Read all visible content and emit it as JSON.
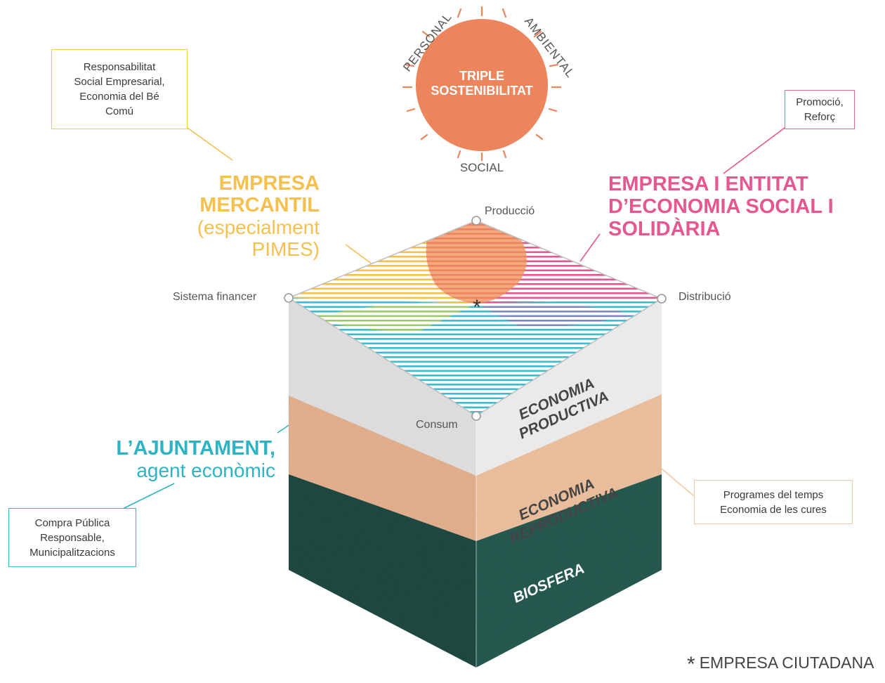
{
  "sun": {
    "title_line1": "TRIPLE",
    "title_line2": "SOSTENIBILITAT",
    "dimension_personal": "PERSONAL",
    "dimension_ambiental": "AMBIENTAL",
    "dimension_social": "SOCIAL"
  },
  "boxes": {
    "rse": "Responsabilitat\nSocial Empresarial,\nEconomia del Bé\nComú",
    "promocio": "Promoció,\nReforç",
    "compra": "Compra Pública\nResponsable,\nMunicipalitzacions",
    "programes": "Programes del temps\nEconomia de les cures"
  },
  "headings": {
    "mercantil_bold": "EMPRESA\nMERCANTIL",
    "mercantil_light": "(especialment\nPIMES)",
    "ess": "EMPRESA I  ENTITAT\nD’ECONOMIA SOCIAL I\nSOLIDÀRIA",
    "ajuntament_bold": "L’AJUNTAMENT,",
    "ajuntament_light": "agent econòmic"
  },
  "corners": {
    "top": "Producció",
    "left": "Sistema financer",
    "right": "Distribució",
    "bottom": "Consum"
  },
  "layers": {
    "productiva_1": "ECONOMIA",
    "productiva_2": "PRODUCTIVA",
    "reproductiva_1": "ECONOMIA",
    "reproductiva_2": "REPRODUCTIVA",
    "biosfera": "BIOSFERA"
  },
  "footnote": {
    "star": "*",
    "text": "EMPRESA CIUTADANA"
  },
  "colors": {
    "sun": "#ec845c",
    "yellow": "#f6c04e",
    "pink": "#e4578f",
    "teal": "#2eb3c4",
    "peach": "#f3c8a3",
    "productive_layer": "#e4e4e4",
    "reproductive_layer": "#eab592",
    "biosphere_layer": "#1e4d44"
  }
}
